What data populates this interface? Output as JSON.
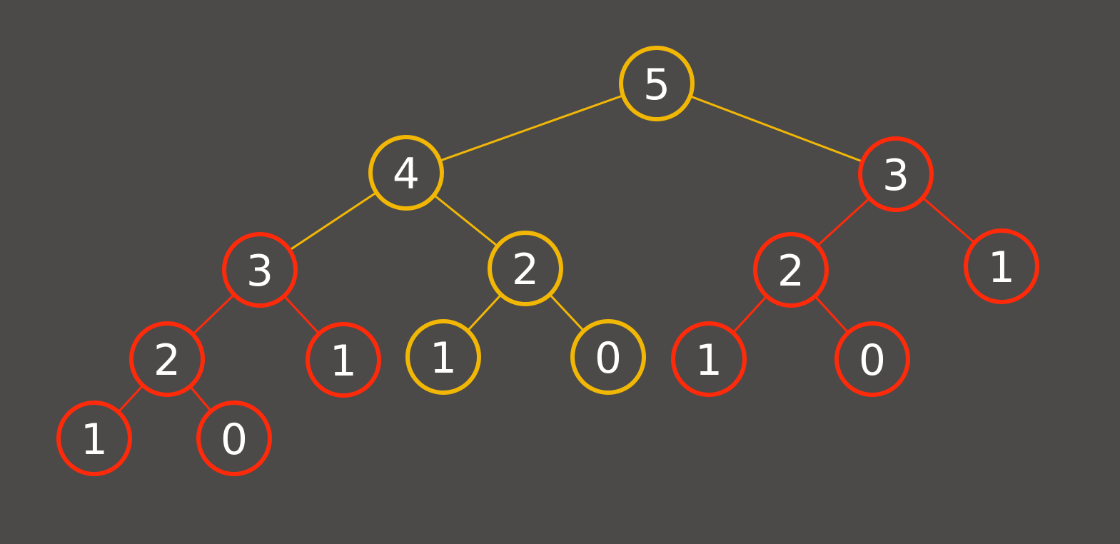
{
  "colors": {
    "background": "#4b4a49",
    "highlight": "#f2b705",
    "normal": "#ff2a0a",
    "label": "#ffffff"
  },
  "tree": {
    "nodes": [
      {
        "id": "n1",
        "label": "5",
        "status": "highlight"
      },
      {
        "id": "n2",
        "label": "4",
        "status": "highlight"
      },
      {
        "id": "n3",
        "label": "3",
        "status": "normal"
      },
      {
        "id": "n4",
        "label": "3",
        "status": "normal"
      },
      {
        "id": "n5",
        "label": "2",
        "status": "highlight"
      },
      {
        "id": "n6",
        "label": "2",
        "status": "normal"
      },
      {
        "id": "n7",
        "label": "1",
        "status": "normal"
      },
      {
        "id": "n8",
        "label": "2",
        "status": "normal"
      },
      {
        "id": "n9",
        "label": "1",
        "status": "normal"
      },
      {
        "id": "n10",
        "label": "1",
        "status": "highlight"
      },
      {
        "id": "n11",
        "label": "0",
        "status": "highlight"
      },
      {
        "id": "n12",
        "label": "1",
        "status": "normal"
      },
      {
        "id": "n13",
        "label": "0",
        "status": "normal"
      },
      {
        "id": "n14",
        "label": "1",
        "status": "normal"
      },
      {
        "id": "n15",
        "label": "0",
        "status": "normal"
      }
    ],
    "edges": [
      {
        "from": "n1",
        "to": "n2",
        "status": "highlight"
      },
      {
        "from": "n1",
        "to": "n3",
        "status": "highlight"
      },
      {
        "from": "n2",
        "to": "n4",
        "status": "highlight"
      },
      {
        "from": "n2",
        "to": "n5",
        "status": "highlight"
      },
      {
        "from": "n3",
        "to": "n6",
        "status": "normal"
      },
      {
        "from": "n3",
        "to": "n7",
        "status": "normal"
      },
      {
        "from": "n4",
        "to": "n8",
        "status": "normal"
      },
      {
        "from": "n4",
        "to": "n9",
        "status": "normal"
      },
      {
        "from": "n5",
        "to": "n10",
        "status": "highlight"
      },
      {
        "from": "n5",
        "to": "n11",
        "status": "highlight"
      },
      {
        "from": "n6",
        "to": "n12",
        "status": "normal"
      },
      {
        "from": "n6",
        "to": "n13",
        "status": "normal"
      },
      {
        "from": "n8",
        "to": "n14",
        "status": "normal"
      },
      {
        "from": "n8",
        "to": "n15",
        "status": "normal"
      }
    ]
  }
}
